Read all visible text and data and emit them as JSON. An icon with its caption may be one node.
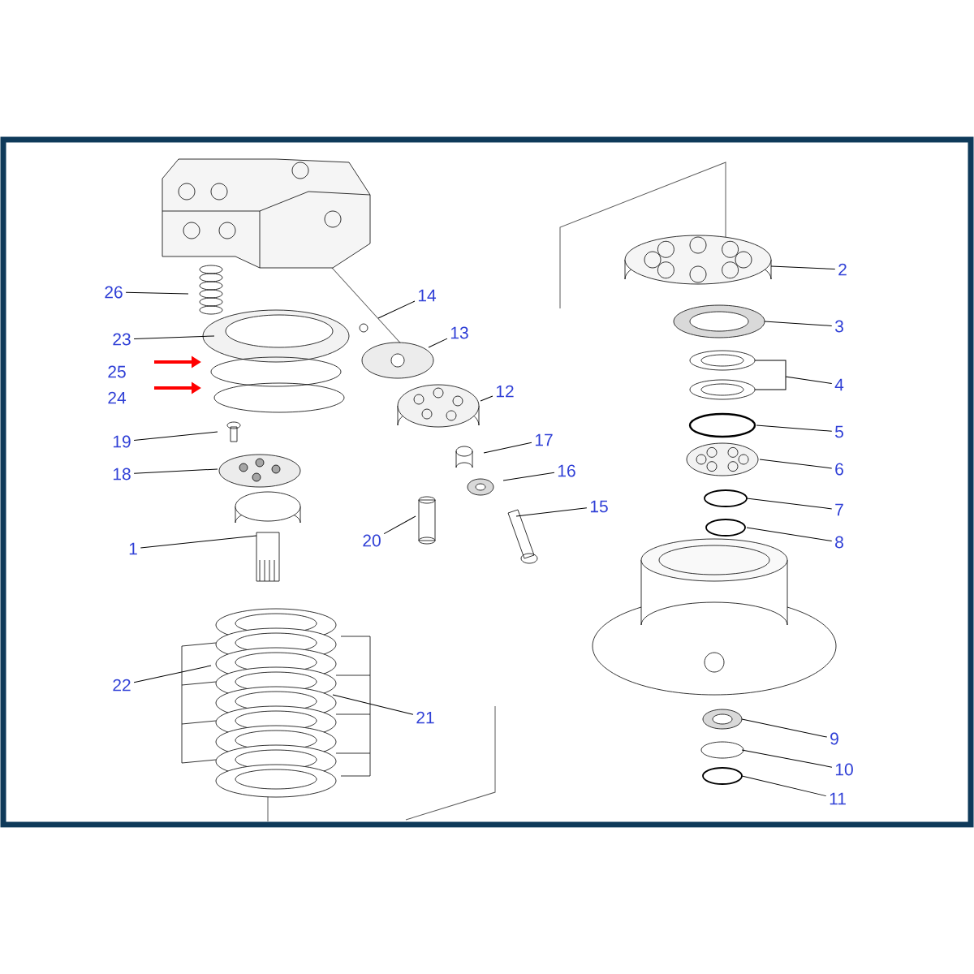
{
  "diagram": {
    "nodes": [
      {
        "text": [
          "1"
        ]
      },
      {
        "text": [
          "2"
        ]
      },
      {
        "text": [
          "3"
        ]
      },
      {
        "text": [
          "4"
        ]
      },
      {
        "text": [
          "5"
        ]
      },
      {
        "text": [
          "6"
        ]
      },
      {
        "text": [
          "7"
        ]
      },
      {
        "text": [
          "8"
        ]
      },
      {
        "text": [
          "9"
        ]
      },
      {
        "text": [
          "10"
        ]
      },
      {
        "text": [
          "11"
        ]
      },
      {
        "text": [
          "12"
        ]
      },
      {
        "text": [
          "13"
        ]
      },
      {
        "text": [
          "14"
        ]
      },
      {
        "text": [
          "15"
        ]
      },
      {
        "text": [
          "16"
        ]
      },
      {
        "text": [
          "17"
        ]
      },
      {
        "text": [
          "18"
        ]
      },
      {
        "text": [
          "19"
        ]
      },
      {
        "text": [
          "20"
        ]
      },
      {
        "text": [
          "21"
        ]
      },
      {
        "text": [
          "22"
        ]
      },
      {
        "text": [
          "23"
        ]
      },
      {
        "text": [
          "26"
        ]
      }
    ],
    "edges": [
      {
        "from": 0,
        "to": null,
        "arrow": "none"
      },
      {
        "from": 1,
        "to": null,
        "arrow": "none"
      },
      {
        "from": 2,
        "to": null,
        "arrow": "none"
      },
      {
        "from": 3,
        "to": null,
        "arrow": "none"
      },
      {
        "from": 4,
        "to": null,
        "arrow": "none"
      },
      {
        "from": 5,
        "to": null,
        "arrow": "none"
      },
      {
        "from": 6,
        "to": null,
        "arrow": "none"
      },
      {
        "from": 7,
        "to": null,
        "arrow": "none"
      },
      {
        "from": 8,
        "to": null,
        "arrow": "none"
      },
      {
        "from": 9,
        "to": null,
        "arrow": "none"
      },
      {
        "from": 10,
        "to": null,
        "arrow": "none"
      },
      {
        "from": 11,
        "to": null,
        "arrow": "none"
      },
      {
        "from": 12,
        "to": null,
        "arrow": "none"
      },
      {
        "from": 13,
        "to": null,
        "arrow": "none"
      },
      {
        "from": 14,
        "to": null,
        "arrow": "none"
      },
      {
        "from": 15,
        "to": null,
        "arrow": "none"
      },
      {
        "from": 16,
        "to": null,
        "arrow": "none"
      },
      {
        "from": 17,
        "to": null,
        "arrow": "none"
      },
      {
        "from": 18,
        "to": null,
        "arrow": "none"
      },
      {
        "from": 19,
        "to": null,
        "arrow": "none"
      },
      {
        "from": 20,
        "to": null,
        "arrow": "none"
      },
      {
        "from": 21,
        "to": null,
        "arrow": "none"
      },
      {
        "from": 22,
        "to": null,
        "arrow": "none"
      },
      {
        "from": 23,
        "to": null,
        "arrow": "none"
      }
    ],
    "labels": [
      "25",
      "24"
    ]
  }
}
